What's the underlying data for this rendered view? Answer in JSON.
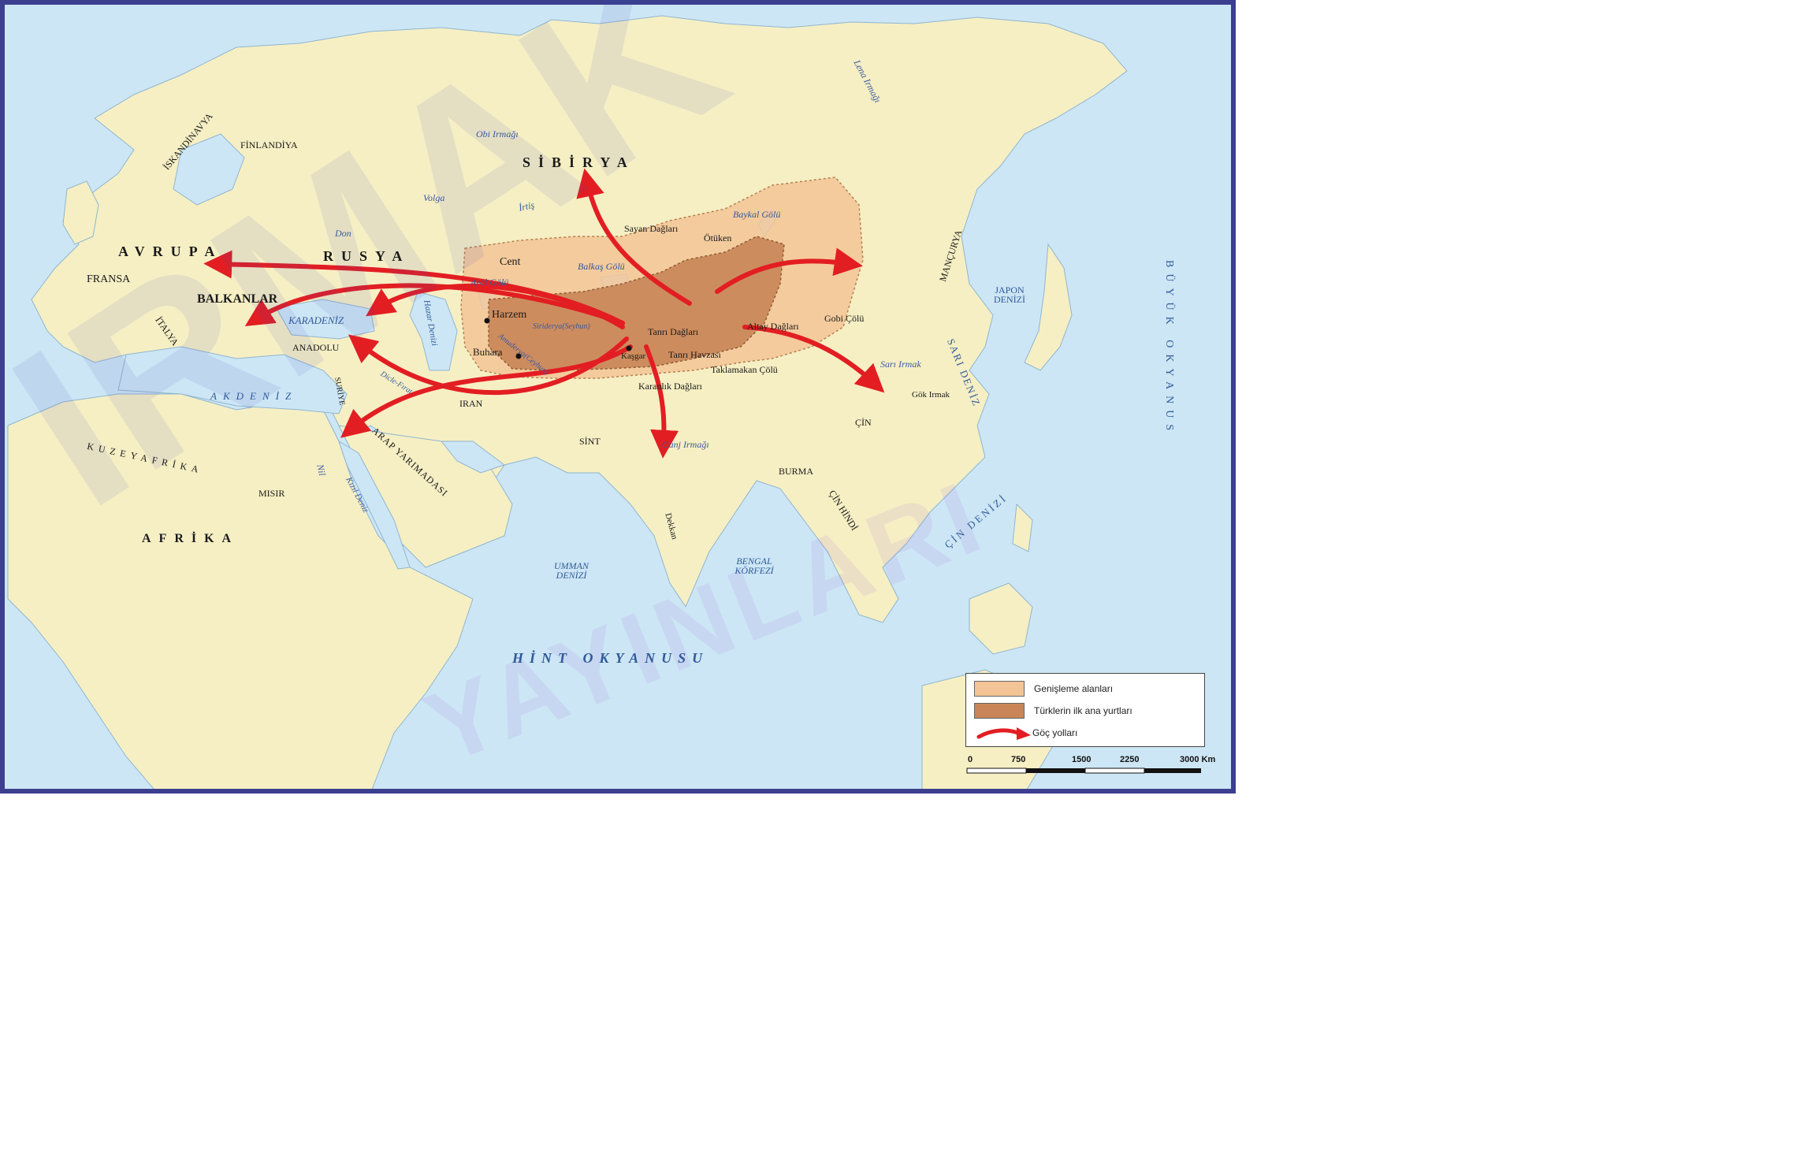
{
  "colors": {
    "sea": "#cde6f5",
    "land": "#f6efc4",
    "expansion": "#f3c496",
    "homeland": "#c98558",
    "arrow": "#e21e23",
    "border": "#3c3f8f"
  },
  "labels": {
    "sibirya": "SİBİRYA",
    "avrupa": "AVRUPA",
    "rusya": "RUSYA",
    "balkanlar": "BALKANLAR",
    "fransa": "FRANSA",
    "italya": "İTALYA",
    "iskandinavya": "İSKANDİNAVYA",
    "finlandiya": "FİNLANDİYA",
    "anadolu": "ANADOLU",
    "karadeniz": "KARADENİZ",
    "akdeniz": "AKDENİZ",
    "kuzey_afrika": "KUZEYAFRİKA",
    "afrika": "AFRİKA",
    "misir": "MISIR",
    "arap": "ARAP YARIMADASI",
    "suriye": "SURİYE",
    "iran": "IRAN",
    "sint": "SİNT",
    "cin": "ÇİN",
    "burma": "BURMA",
    "cin_hindi": "ÇİN HİNDİ",
    "mancurya": "MANÇURYA",
    "japon_denizi": "JAPON DENİZİ",
    "sari_deniz": "SARI DENİZ",
    "cin_denizi": "ÇİN DENİZİ",
    "buyuk_okyanus": "BÜYÜK OKYANUS",
    "hint_okyanusu": "HİNT OKYANUSU",
    "umman_denizi": "UMMAN DENİZİ",
    "bengal_korfezi": "BENGAL KÖRFEZİ",
    "dekkan": "Dekkan",
    "cent": "Cent",
    "harzem": "Harzem",
    "buhara": "Buhara",
    "kasgar": "Kaşgar",
    "aral_golu": "Aral Gölü",
    "hazar_denizi": "Hazar Denizi",
    "balkas_golu": "Balkaş Gölü",
    "baykal_golu": "Baykal Gölü",
    "sayan_daglari": "Sayan Dağları",
    "otuken": "Ötüken",
    "tanri_daglari": "Tanrı Dağları",
    "tanri_havzasi": "Tanrı Havzası",
    "altay_daglari": "Altay Dağları",
    "gobi_colu": "Gobi Çölü",
    "taklamakan_colu": "Taklamakan Çölü",
    "karanlik_daglari": "Karanlık Dağları",
    "obi_irmagi": "Obi Irmağı",
    "lena_irmagi": "Lena Irmağı",
    "volga": "Volga",
    "irtis": "İrtiş",
    "don": "Don",
    "seyhun": "Siriderya(Seyhun)",
    "ceyhun": "Amuderya(Ceyhun)",
    "sari_irmak": "Sarı Irmak",
    "gok_irmak": "Gök Irmak",
    "ganj_irmagi": "Ganj Irmağı",
    "nil": "Nil",
    "kizil_deniz": "Kızıl Deniz",
    "dicle_firat": "Dicle-Fırat"
  },
  "legend": {
    "expansion": "Genişleme alanları",
    "homeland": "Türklerin ilk ana yurtları",
    "routes": "Göç yolları"
  },
  "scale": {
    "t0": "0",
    "t1": "750",
    "t2": "1500",
    "t3": "2250",
    "t4": "3000 Km"
  },
  "watermark": {
    "main": "IRMAK",
    "secondary": "YAYINLARI"
  }
}
